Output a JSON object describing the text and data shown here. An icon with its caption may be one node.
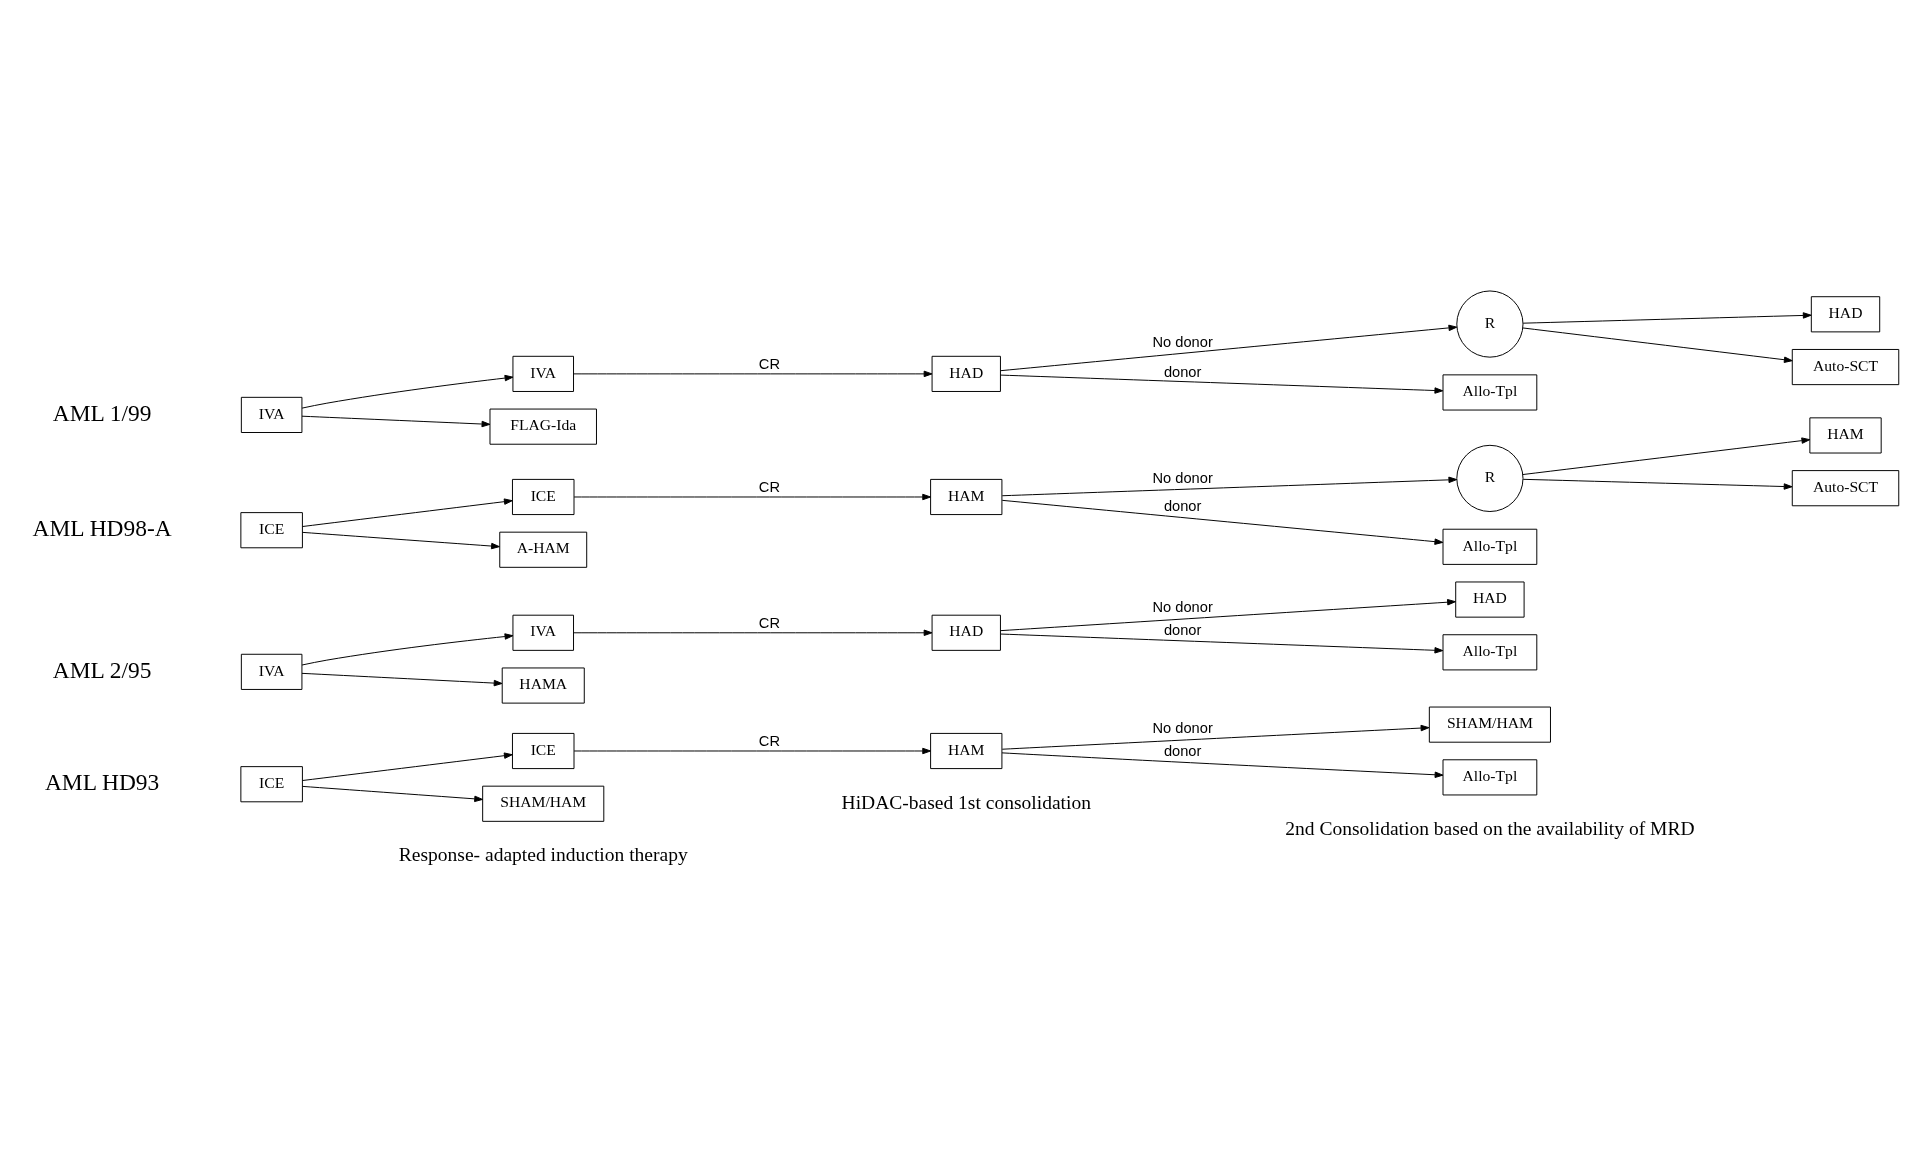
{
  "diagram": {
    "nodes": [
      {
        "text": [
          "ICE"
        ]
      },
      {
        "text": [
          "ICE"
        ]
      },
      {
        "text": [
          "SHAM/HAM"
        ]
      },
      {
        "text": [
          "HAM"
        ]
      },
      {
        "text": [
          "SHAM/HAM"
        ]
      },
      {
        "text": [
          "Allo-Tpl"
        ]
      },
      {
        "text": [
          "IVA"
        ]
      },
      {
        "text": [
          "IVA"
        ]
      },
      {
        "text": [
          "HAMA"
        ]
      },
      {
        "text": [
          "HAD"
        ]
      },
      {
        "text": [
          "HAD"
        ]
      },
      {
        "text": [
          "Allo-Tpl"
        ]
      },
      {
        "text": [
          "ICE"
        ]
      },
      {
        "text": [
          "ICE"
        ]
      },
      {
        "text": [
          "A-HAM"
        ]
      },
      {
        "text": [
          "HAM"
        ]
      },
      {
        "text": [
          "R"
        ]
      },
      {
        "text": [
          "HAM"
        ]
      },
      {
        "text": [
          "Auto-SCT"
        ]
      },
      {
        "text": [
          "Allo-Tpl"
        ]
      },
      {
        "text": [
          "IVA"
        ]
      },
      {
        "text": [
          "IVA"
        ]
      },
      {
        "text": [
          "FLAG-Ida"
        ]
      },
      {
        "text": [
          "HAD"
        ]
      },
      {
        "text": [
          "R"
        ]
      },
      {
        "text": [
          "HAD"
        ]
      },
      {
        "text": [
          "Auto-SCT"
        ]
      },
      {
        "text": [
          "Allo-Tpl"
        ]
      }
    ],
    "edges": [
      {
        "from": 0,
        "to": 1,
        "arrow": "to"
      },
      {
        "from": 0,
        "to": 2,
        "arrow": "to"
      },
      {
        "from": 1,
        "to": 3,
        "arrow": "to",
        "label": "CR"
      },
      {
        "from": 3,
        "to": 4,
        "arrow": "to",
        "label": "No donor"
      },
      {
        "from": 3,
        "to": 5,
        "arrow": "to",
        "label": "donor"
      },
      {
        "from": 6,
        "to": 7,
        "arrow": "to"
      },
      {
        "from": 6,
        "to": 8,
        "arrow": "to"
      },
      {
        "from": 7,
        "to": 9,
        "arrow": "to",
        "label": "CR"
      },
      {
        "from": 9,
        "to": 10,
        "arrow": "to",
        "label": "No donor"
      },
      {
        "from": 9,
        "to": 11,
        "arrow": "to",
        "label": "donor"
      },
      {
        "from": 12,
        "to": 13,
        "arrow": "to"
      },
      {
        "from": 12,
        "to": 14,
        "arrow": "to"
      },
      {
        "from": 13,
        "to": 15,
        "arrow": "to",
        "label": "CR"
      },
      {
        "from": 15,
        "to": 16,
        "arrow": "to",
        "label": "No donor"
      },
      {
        "from": 16,
        "to": 17,
        "arrow": "to"
      },
      {
        "from": 16,
        "to": 18,
        "arrow": "to"
      },
      {
        "from": 15,
        "to": 19,
        "arrow": "to",
        "label": "donor"
      },
      {
        "from": 20,
        "to": 21,
        "arrow": "to"
      },
      {
        "from": 20,
        "to": 22,
        "arrow": "to"
      },
      {
        "from": 21,
        "to": 23,
        "arrow": "to",
        "label": "CR"
      },
      {
        "from": 23,
        "to": 24,
        "arrow": "to",
        "label": "No donor"
      },
      {
        "from": 24,
        "to": 25,
        "arrow": "to"
      },
      {
        "from": 24,
        "to": 26,
        "arrow": "to"
      },
      {
        "from": 23,
        "to": 27,
        "arrow": "to",
        "label": "donor"
      }
    ],
    "labels": [
      "Response- adapted induction therapy",
      "HiDAC-based 1st consolidation",
      "2nd Consolidation based on the availability of MRD",
      "AML HD93",
      "AML 2/95",
      "AML HD98-A",
      "AML 1/99"
    ]
  }
}
